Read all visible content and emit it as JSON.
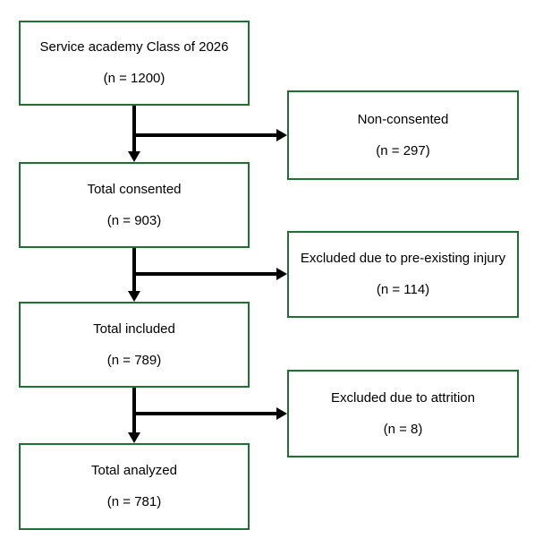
{
  "diagram": {
    "type": "flowchart",
    "nodes": [
      {
        "id": "population",
        "label": "Service academy Class of 2026",
        "count": "(n = 1200)"
      },
      {
        "id": "non-consented",
        "label": "Non-consented",
        "count": "(n = 297)"
      },
      {
        "id": "total-consented",
        "label": "Total consented",
        "count": "(n = 903)"
      },
      {
        "id": "excluded-injury",
        "label": "Excluded due to pre-existing injury",
        "count": "(n = 114)"
      },
      {
        "id": "total-included",
        "label": "Total included",
        "count": "(n = 789)"
      },
      {
        "id": "excluded-attrition",
        "label": "Excluded due to attrition",
        "count": "(n = 8)"
      },
      {
        "id": "total-analyzed",
        "label": "Total analyzed",
        "count": "(n = 781)"
      }
    ],
    "edges": [
      {
        "from": "population",
        "to": "total-consented"
      },
      {
        "from": "population",
        "to": "non-consented"
      },
      {
        "from": "total-consented",
        "to": "total-included"
      },
      {
        "from": "total-consented",
        "to": "excluded-injury"
      },
      {
        "from": "total-included",
        "to": "total-analyzed"
      },
      {
        "from": "total-included",
        "to": "excluded-attrition"
      }
    ]
  },
  "colors": {
    "box_border_color": "#1E7230",
    "arrow_color": "#000000",
    "text_color": "#000000"
  }
}
